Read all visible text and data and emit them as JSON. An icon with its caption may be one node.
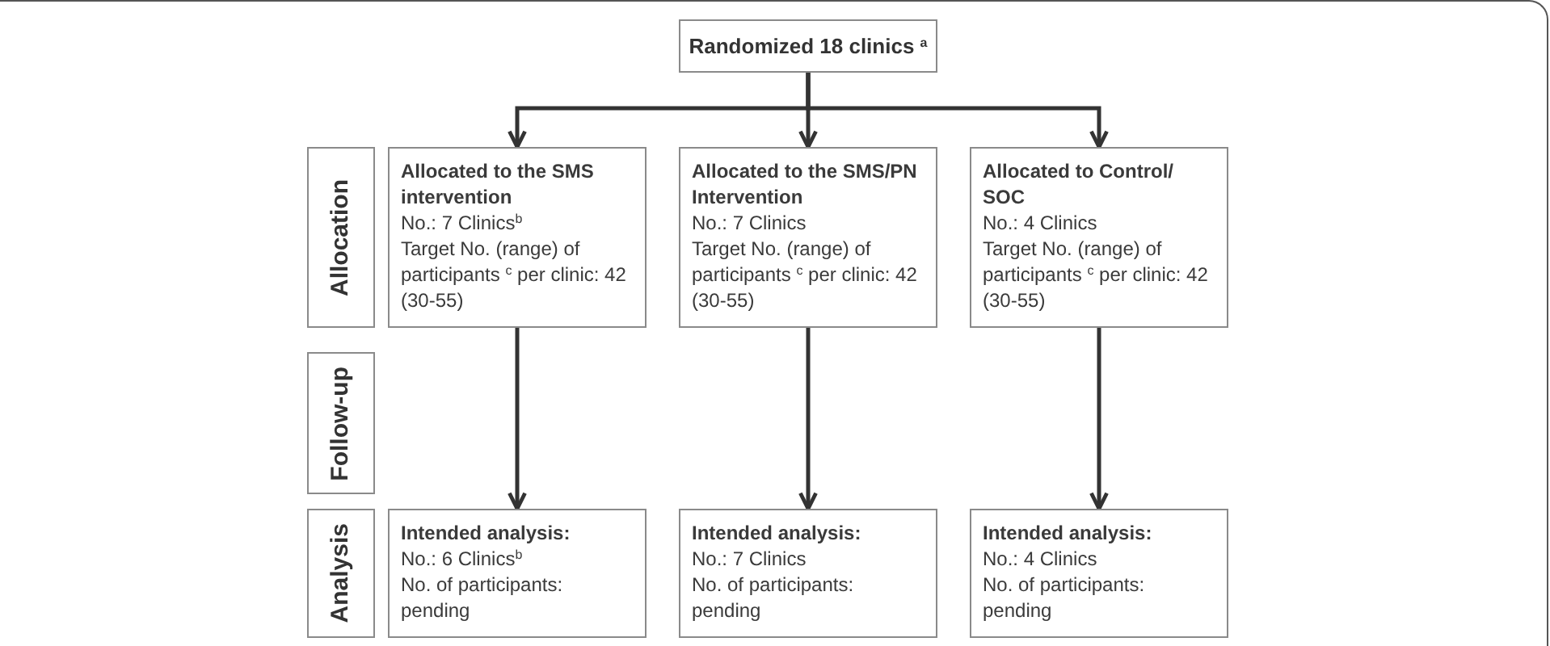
{
  "diagram": {
    "nodes": [
      {
        "text": [
          "Randomized 18 clinics $^{a}$"
        ]
      },
      {
        "text": [
          "Allocation"
        ]
      },
      {
        "text": [
          "Allocated to the SMS intervention",
          "No.: 7 Clinics$^{b}$",
          "Target No. (range) of participants $^{c}$ per clinic: 42 (30-55)"
        ]
      },
      {
        "text": [
          "Allocated to the SMS/PN Intervention",
          "No.: 7 Clinics",
          "Target No. (range) of participants $^{c}$ per clinic: 42 (30-55)"
        ]
      },
      {
        "text": [
          "Allocated to Control/ SOC",
          "No.: 4 Clinics",
          "Target No. (range) of participants $^{c}$ per clinic: 42 (30-55)"
        ]
      },
      {
        "text": [
          "Follow-up"
        ]
      },
      {
        "text": [
          "Analysis"
        ]
      },
      {
        "text": [
          "Intended analysis:",
          "No.: 6 Clinics$^{b}$",
          "No. of participants: pending"
        ]
      },
      {
        "text": [
          "Intended analysis:",
          "No.: 7 Clinics",
          "No. of participants: pending"
        ]
      },
      {
        "text": [
          "Intended analysis:",
          "No.: 4 Clinics",
          "No. of participants: pending"
        ]
      }
    ],
    "edges": [
      {
        "from": 0,
        "to": 2,
        "arrow": "to"
      },
      {
        "from": 0,
        "to": 3,
        "arrow": "to"
      },
      {
        "from": 0,
        "to": 4,
        "arrow": "to"
      },
      {
        "from": 2,
        "to": 7,
        "arrow": "to"
      },
      {
        "from": 3,
        "to": 8,
        "arrow": "to"
      },
      {
        "from": 4,
        "to": 9,
        "arrow": "to"
      }
    ]
  }
}
